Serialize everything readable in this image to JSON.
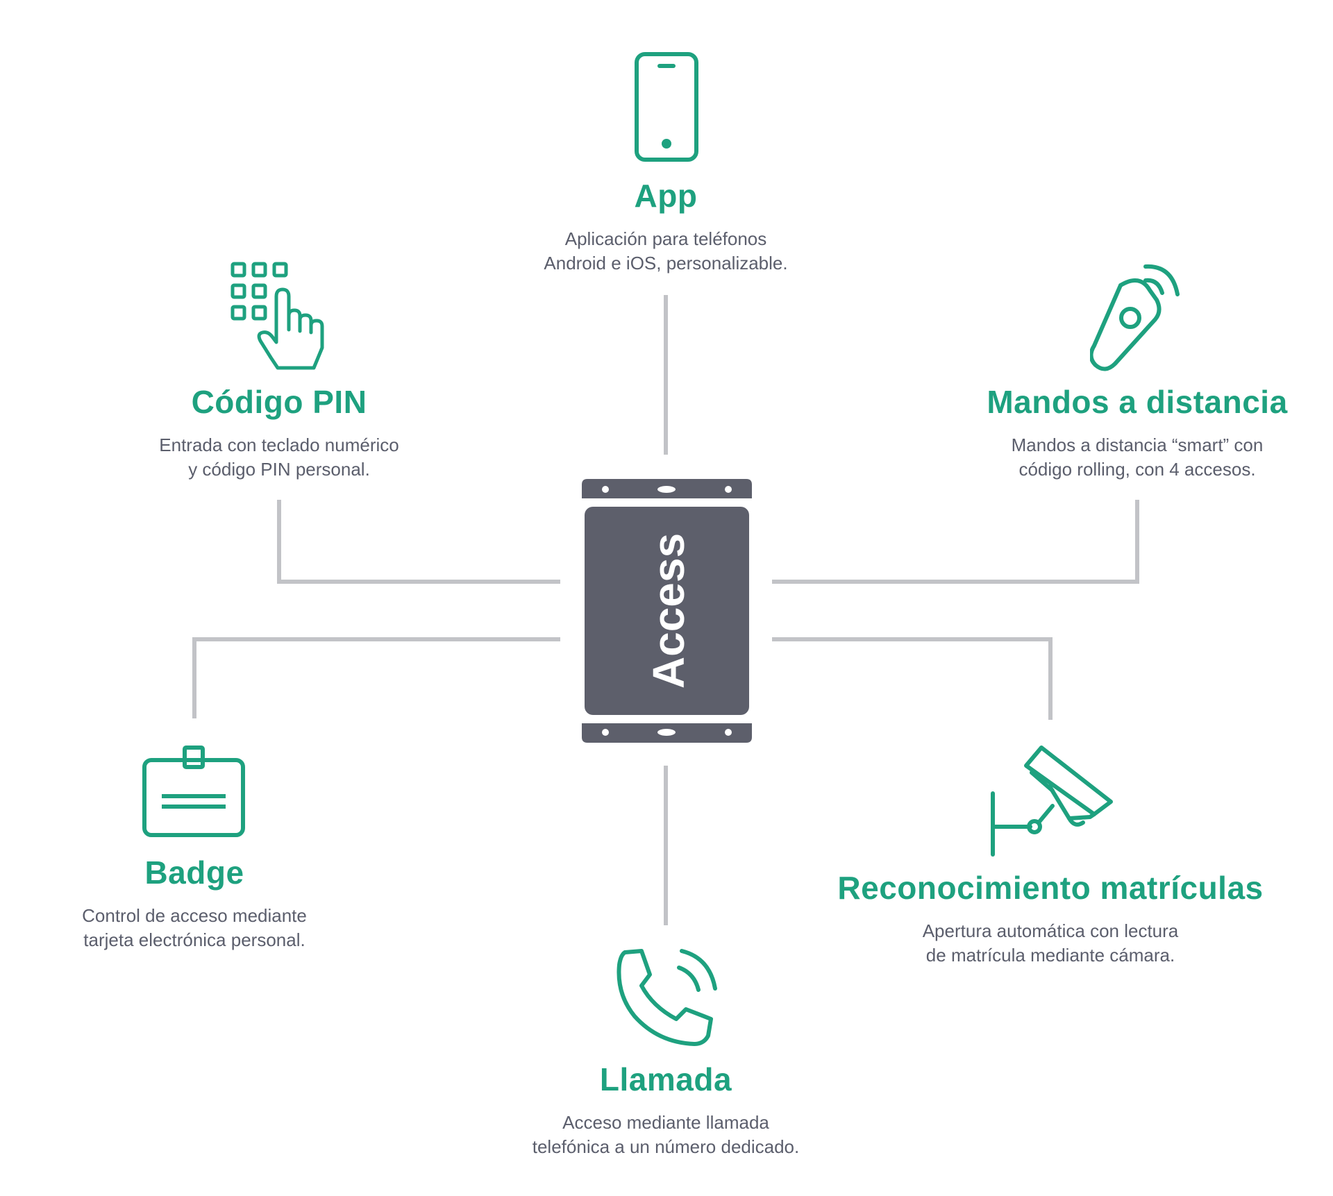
{
  "colors": {
    "accent": "#1ea17f",
    "connector": "#c2c3c7",
    "device": "#5d5f6b",
    "body_text": "#5b5e6c",
    "device_label": "#ffffff"
  },
  "device": {
    "label": "Access"
  },
  "features": {
    "app": {
      "icon": "smartphone-icon",
      "title": "App",
      "line1": "Aplicación para teléfonos",
      "line2": "Android e iOS, personalizable."
    },
    "pin": {
      "icon": "keypad-hand-icon",
      "title": "Código PIN",
      "line1": "Entrada con teclado numérico",
      "line2": "y código PIN personal."
    },
    "remote": {
      "icon": "remote-control-icon",
      "title": "Mandos a distancia",
      "line1": "Mandos a distancia “smart” con",
      "line2": "código rolling, con 4 accesos."
    },
    "badge": {
      "icon": "badge-card-icon",
      "title": "Badge",
      "line1": "Control de acceso mediante",
      "line2": "tarjeta electrónica personal."
    },
    "plate": {
      "icon": "security-camera-icon",
      "title": "Reconocimiento matrículas",
      "line1": "Apertura automática con lectura",
      "line2": "de matrícula mediante cámara."
    },
    "call": {
      "icon": "phone-call-icon",
      "title": "Llamada",
      "line1": "Acceso mediante llamada",
      "line2": "telefónica a un número dedicado."
    }
  }
}
